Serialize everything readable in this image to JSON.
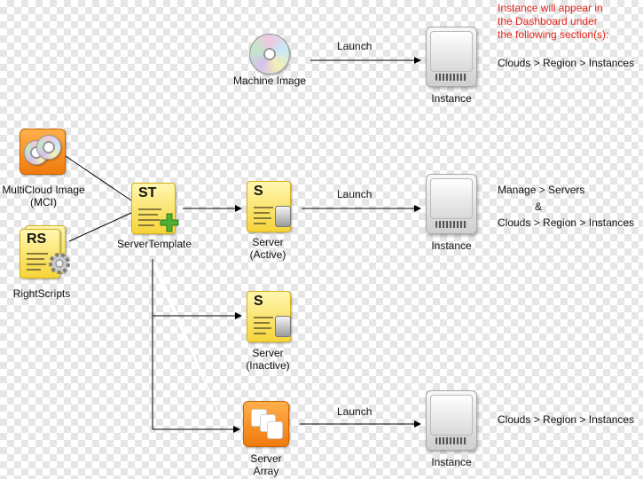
{
  "note": {
    "line1": "Instance will appear in",
    "line2": "the Dashboard under",
    "line3": "the following section(s):",
    "color": "#e8261b"
  },
  "sections": {
    "row1": "Clouds > Region > Instances",
    "row2_a": "Manage > Servers",
    "row2_amp": "&",
    "row2_b": "Clouds > Region > Instances",
    "row4": "Clouds > Region > Instances"
  },
  "nodes": {
    "machine_image": "Machine Image",
    "mci_line1": "MultiCloud Image",
    "mci_line2": "(MCI)",
    "rightscripts": "RightScripts",
    "servertemplate": "ServerTemplate",
    "server_active_1": "Server",
    "server_active_2": "(Active)",
    "server_inactive_1": "Server",
    "server_inactive_2": "(Inactive)",
    "server_array_1": "Server",
    "server_array_2": "Array",
    "instance": "Instance"
  },
  "edges": {
    "launch": "Launch"
  },
  "icons": {
    "st": "ST",
    "rs": "RS",
    "s": "S"
  }
}
